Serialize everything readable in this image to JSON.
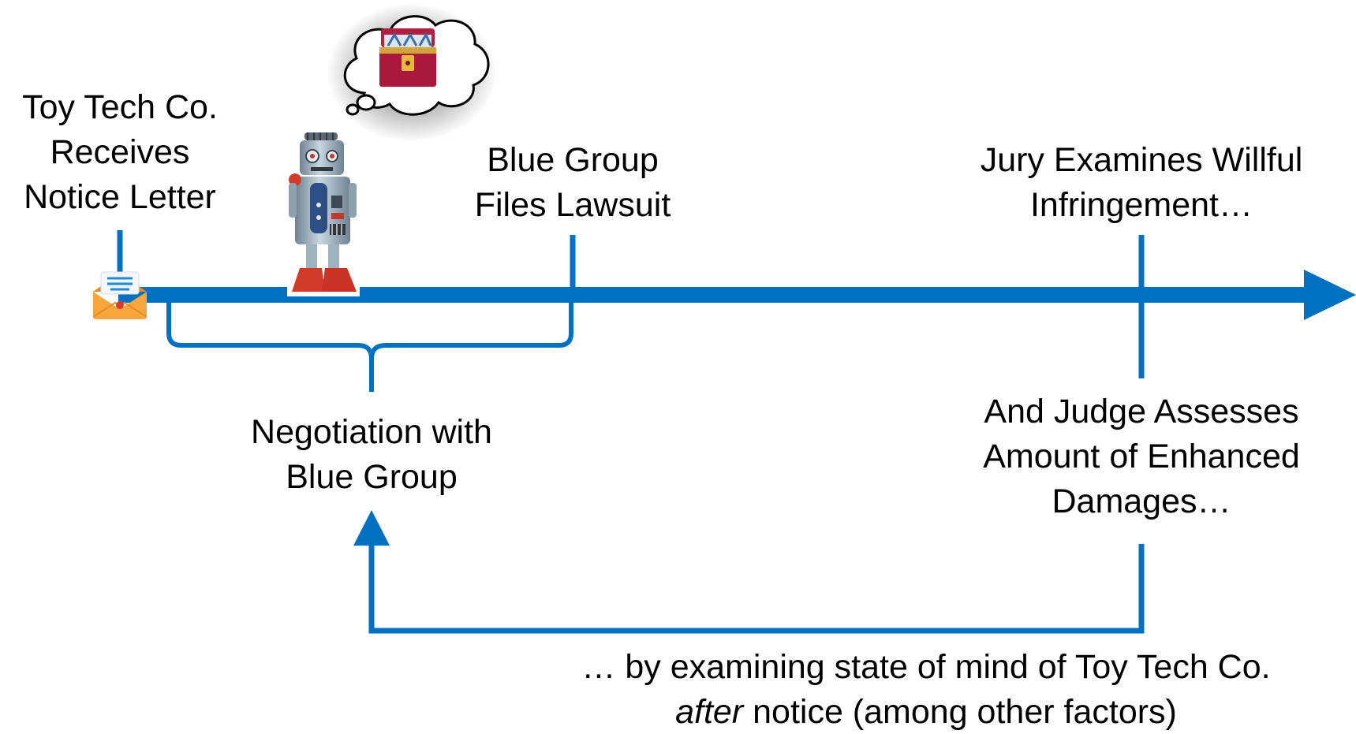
{
  "colors": {
    "accent": "#0070c0",
    "text": "#000000",
    "envelope_orange": "#f4a340",
    "robot_red": "#d23a2a",
    "robot_silver": "#9fb2c0",
    "chest_red": "#a8193d"
  },
  "icons": {
    "envelope": "envelope-notice-icon",
    "robot": "toy-robot-icon",
    "thought": "thought-bubble-icon",
    "chest": "treasure-chest-icon"
  },
  "labels": {
    "notice": [
      "Toy Tech Co.",
      "Receives",
      "Notice Letter"
    ],
    "lawsuit": [
      "Blue Group",
      "Files Lawsuit"
    ],
    "jury": [
      "Jury Examines Willful",
      "Infringement…"
    ],
    "negotiation": [
      "Negotiation with",
      "Blue Group"
    ],
    "judge": [
      "And Judge Assesses",
      "Amount of Enhanced",
      "Damages…"
    ],
    "footer": {
      "line1": "… by examining state of mind of Toy Tech Co.",
      "line2_italic": "after",
      "line2_rest": " notice (among other factors)"
    }
  }
}
